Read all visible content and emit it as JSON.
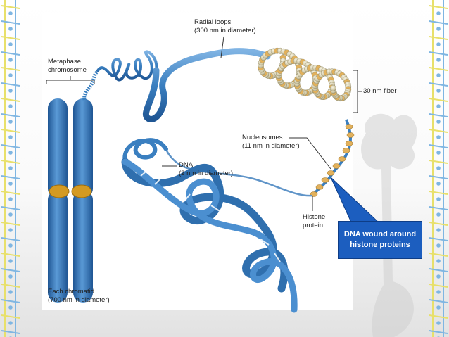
{
  "labels": {
    "radial_loops": "Radial loops",
    "radial_loops_size": "(300 nm in diameter)",
    "metaphase": "Metaphase",
    "metaphase_2": "chromosome",
    "fiber_30nm": "30 nm fiber",
    "nucleosomes": "Nucleosomes",
    "nucleosomes_size": "(11 nm in diameter)",
    "dna": "DNA",
    "dna_size": "(2 nm in diameter)",
    "histone": "Histone",
    "histone_2": "protein",
    "chromatid": "Each chromatid",
    "chromatid_size": "(700 nm in diameter)"
  },
  "callout": {
    "text": "DNA wound around histone proteins"
  },
  "colors": {
    "dna_blue": "#3a7fc0",
    "dna_dark": "#1f5694",
    "histone_gold": "#e2b15c",
    "centromere_gold": "#d49a22",
    "callout_fill": "#1c5ebf",
    "border_blue": "#7fb6e2",
    "border_yellow": "#e8e06a"
  }
}
